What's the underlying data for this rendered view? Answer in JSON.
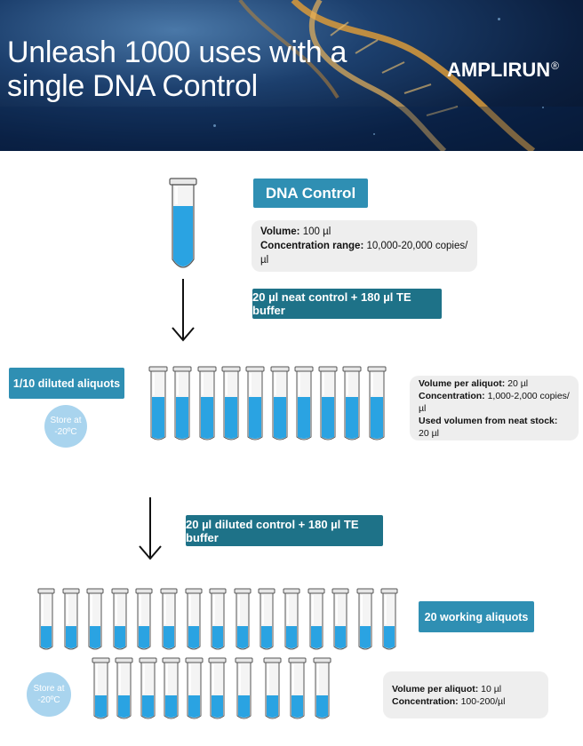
{
  "hero": {
    "title_line1": "Unleash 1000 uses with a",
    "title_line2": "single DNA Control",
    "brand": "AMPLIRUN",
    "brand_mark": "®"
  },
  "dna_control": {
    "label": "DNA Control",
    "volume_label": "Volume:",
    "volume_value": " 100 µl",
    "concentration_label": "Concentration range:",
    "concentration_value": " 10,000-20,000 copies/µl"
  },
  "step1": {
    "instruction": "20 µl neat control + 180 µl TE buffer"
  },
  "diluted": {
    "label": "1/10 diluted aliquots",
    "store_line1": "Store at",
    "store_line2": "-20ºC",
    "tube_count": 10,
    "volume_label": "Volume per aliquot:",
    "volume_value": " 20 µl",
    "concentration_label": "Concentration:",
    "concentration_value": " 1,000-2,000 copies/µl",
    "used_label": "Used volumen from neat stock:",
    "used_value": " 20 µl"
  },
  "step2": {
    "instruction": "20 µl diluted control + 180 µl TE buffer"
  },
  "working": {
    "label": "20 working aliquots",
    "store_line1": "Store at",
    "store_line2": "-20ºC",
    "tube_count_row1": 15,
    "tube_count_row2": 10,
    "volume_label": "Volume per aliquot:",
    "volume_value": " 10 µl",
    "concentration_label": "Concentration:",
    "concentration_value": " 100-200/µl"
  },
  "colors": {
    "liquid": "#2aa3e2",
    "label_blue": "#2f8fb3",
    "label_teal": "#1e7288",
    "info_bg": "#eeeeee",
    "store_circle": "#a9d4ee"
  }
}
